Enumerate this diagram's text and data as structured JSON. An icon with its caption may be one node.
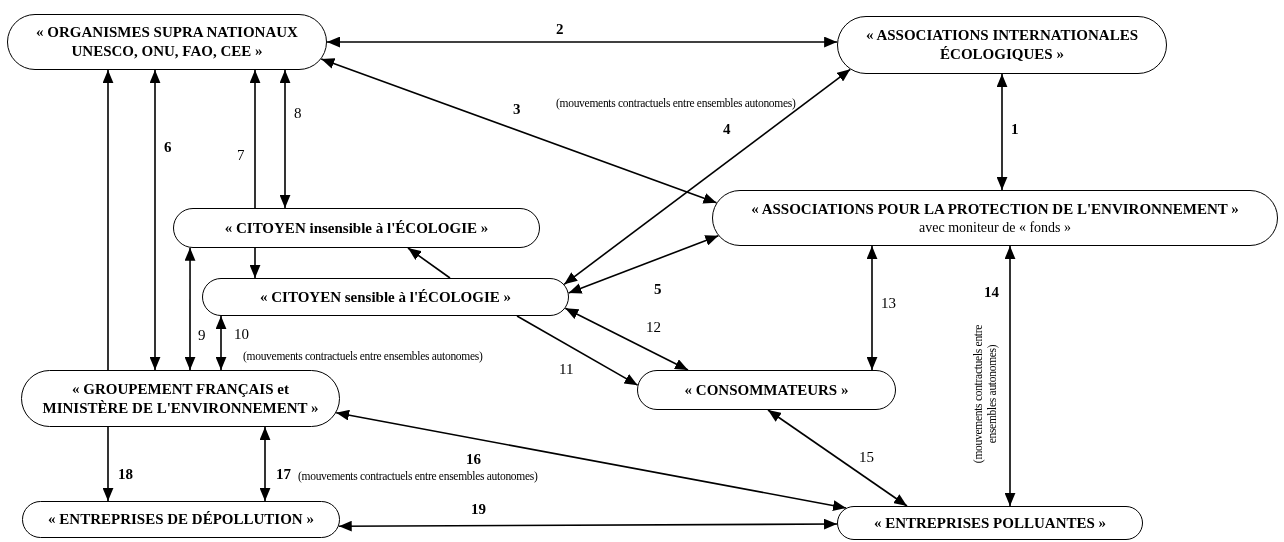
{
  "diagram": {
    "nodes": [
      {
        "text": [
          "« ORGANISMES SUPRA NATIONAUX UNESCO, ONU, FAO, CEE »"
        ]
      },
      {
        "text": [
          "« ASSOCIATIONS INTERNATIONALES ÉCOLOGIQUES »"
        ]
      },
      {
        "text": [
          "« ASSOCIATIONS POUR LA PROTECTION DE L'ENVIRONNEMENT »",
          "avec moniteur de « fonds »"
        ]
      },
      {
        "text": [
          "« CITOYEN insensible à l'ÉCOLOGIE »"
        ]
      },
      {
        "text": [
          "« CITOYEN sensible à l'ÉCOLOGIE »"
        ]
      },
      {
        "text": [
          "« GROUPEMENT FRANÇAIS et MINISTÈRE DE L'ENVIRONNEMENT »"
        ]
      },
      {
        "text": [
          "« CONSOMMATEURS »"
        ]
      },
      {
        "text": [
          "« ENTREPRISES DE DÉPOLLUTION »"
        ]
      },
      {
        "text": [
          "« ENTREPRISES POLLUANTES »"
        ]
      }
    ],
    "edges": [
      {
        "from": 1,
        "to": 2,
        "arrow": "both",
        "label": "1"
      },
      {
        "from": 0,
        "to": 1,
        "arrow": "both",
        "label": "2"
      },
      {
        "from": 0,
        "to": 2,
        "arrow": "both",
        "label": "3"
      },
      {
        "from": 4,
        "to": 1,
        "arrow": "both",
        "label": "4"
      },
      {
        "from": 4,
        "to": 2,
        "arrow": "both",
        "label": "5"
      },
      {
        "from": 0,
        "to": 5,
        "arrow": "both",
        "label": "6"
      },
      {
        "from": 5,
        "to": 0,
        "arrow": "to"
      },
      {
        "from": 3,
        "to": 0,
        "arrow": "to",
        "label": "7"
      },
      {
        "from": 0,
        "to": 3,
        "arrow": "both",
        "label": "8"
      },
      {
        "from": 3,
        "to": 5,
        "arrow": "both",
        "label": "9"
      },
      {
        "from": 4,
        "to": 5,
        "arrow": "both",
        "label": "10"
      },
      {
        "from": 3,
        "to": 4,
        "arrow": "to"
      },
      {
        "from": 4,
        "to": 3,
        "arrow": "to"
      },
      {
        "from": 4,
        "to": 6,
        "arrow": "to",
        "label": "11"
      },
      {
        "from": 4,
        "to": 6,
        "arrow": "both",
        "label": "12"
      },
      {
        "from": 2,
        "to": 6,
        "arrow": "both",
        "label": "13"
      },
      {
        "from": 2,
        "to": 8,
        "arrow": "both",
        "label": "14"
      },
      {
        "from": 6,
        "to": 8,
        "arrow": "both",
        "label": "15"
      },
      {
        "from": 5,
        "to": 8,
        "arrow": "both",
        "label": "16"
      },
      {
        "from": 5,
        "to": 7,
        "arrow": "both",
        "label": "17"
      },
      {
        "from": 5,
        "to": 7,
        "arrow": "to",
        "label": "18"
      },
      {
        "from": 7,
        "to": 8,
        "arrow": "both",
        "label": "19"
      }
    ],
    "labels": [
      "(mouvements contractuels entre ensembles autonomes)",
      "(mouvements contractuels entre ensembles autonomes)",
      "(mouvements contractuels entre ensembles autonomes)",
      "(mouvements contractuels entre ensembles autonomes)"
    ]
  }
}
